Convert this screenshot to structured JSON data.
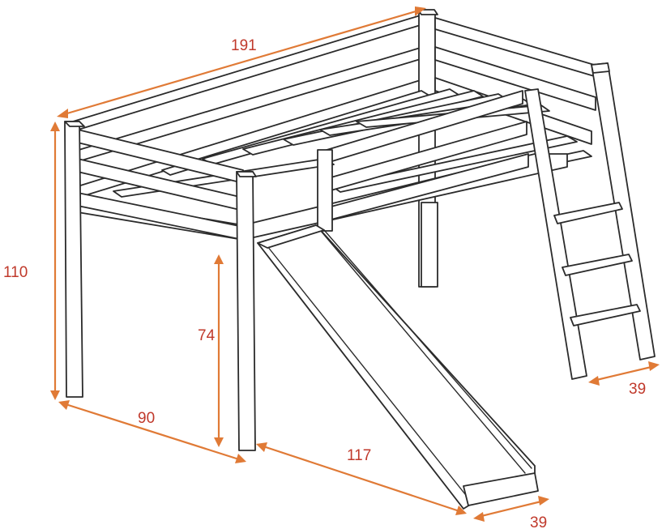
{
  "colors": {
    "dimension_line": "#E07A36",
    "dimension_text": "#C0392B",
    "outline": "#2b2b2b",
    "background": "#ffffff"
  },
  "dimensions": {
    "length_top": "191",
    "height_total": "110",
    "height_under": "74",
    "width_side": "90",
    "slide_length": "117",
    "slide_width": "39",
    "ladder_width": "39"
  }
}
